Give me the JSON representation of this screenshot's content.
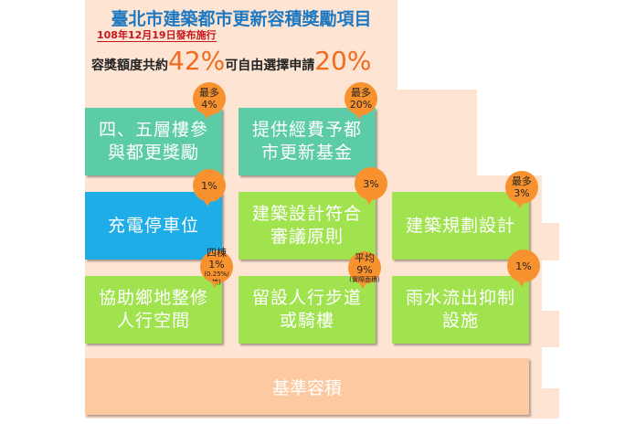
{
  "header": {
    "title": "臺北市建築都市更新容積獎勵項目",
    "date": "108年12月19日發布施行",
    "summary_prefix": "容獎額度共約",
    "summary_total": "42%",
    "summary_mid": "可自由選擇申請",
    "summary_free": "20%"
  },
  "items": [
    {
      "label": "四、五層樓參\n與都更獎勵",
      "badge": "最多\n4%",
      "badge_note": ""
    },
    {
      "label": "提供經費予都\n市更新基金",
      "badge": "最多\n20%",
      "badge_note": ""
    },
    {
      "label": "充電停車位",
      "badge": "1%",
      "badge_note": ""
    },
    {
      "label": "建築設計符合\n審議原則",
      "badge": "3%",
      "badge_note": ""
    },
    {
      "label": "建築規劃設計",
      "badge": "最多\n3%",
      "badge_note": ""
    },
    {
      "label": "協助鄉地整修\n人行空間",
      "badge": "四棟1%",
      "badge_note": "(0.25%/棟)"
    },
    {
      "label": "留設人行步道\n或騎樓",
      "badge": "平均9%",
      "badge_note": "(實際面積)"
    },
    {
      "label": "雨水流出抑制\n設施",
      "badge": "1%",
      "badge_note": ""
    }
  ],
  "base": {
    "label": "基準容積"
  },
  "colors": {
    "teal": "#5ccba8",
    "blue": "#1fade7",
    "green": "#a0e34e",
    "badge": "#f7922e",
    "base": "#fcc9a1",
    "background": "#fde4d3"
  }
}
